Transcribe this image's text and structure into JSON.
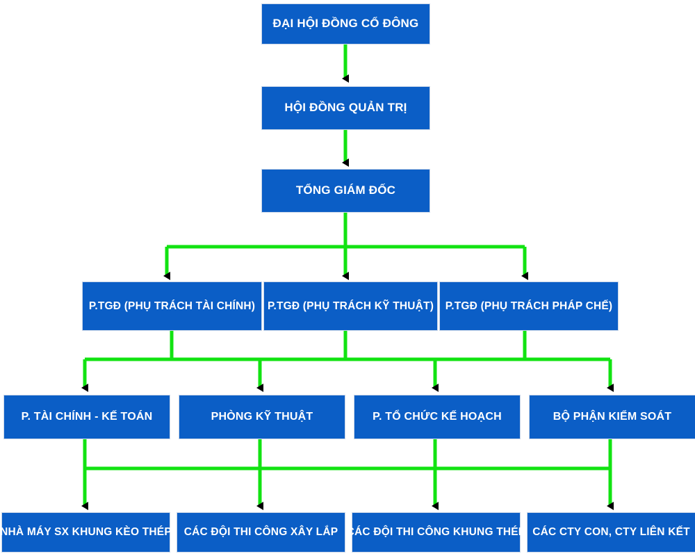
{
  "diagram": {
    "title_box": "ĐẠI HỘI ĐỒNG CỔ ĐÔNG",
    "colors": {
      "box_fill": "#0b5ec6",
      "box_border": "#c9d6e8",
      "box_text": "#ffffff",
      "connector": "#12e312",
      "arrowhead": "#000000",
      "background": "#ffffff"
    },
    "levels": [
      {
        "name": "level-1-shareholders",
        "boxes": [
          {
            "id": "dai-hoi-dong-co-dong",
            "label": "ĐẠI HỘI ĐỒNG CỔ ĐÔNG"
          }
        ]
      },
      {
        "name": "level-2-board",
        "boxes": [
          {
            "id": "hoi-dong-quan-tri",
            "label": "HỘI ĐỒNG QUẢN TRỊ"
          }
        ]
      },
      {
        "name": "level-3-ceo",
        "boxes": [
          {
            "id": "tong-giam-doc",
            "label": "TỔNG GIÁM ĐỐC"
          }
        ]
      },
      {
        "name": "level-4-deputy-directors",
        "boxes": [
          {
            "id": "ptgd-tai-chinh",
            "label": "P.TGĐ (PHỤ TRÁCH TÀI CHÍNH)"
          },
          {
            "id": "ptgd-ky-thuat",
            "label": "P.TGĐ (PHỤ TRÁCH KỸ THUẬT)"
          },
          {
            "id": "ptgd-phap-che",
            "label": "P.TGĐ (PHỤ TRÁCH PHÁP CHẾ)"
          }
        ]
      },
      {
        "name": "level-5-departments",
        "boxes": [
          {
            "id": "p-tai-chinh-ke-toan",
            "label": "P. TÀI CHÍNH - KẾ TOÁN"
          },
          {
            "id": "phong-ky-thuat",
            "label": "PHÒNG KỸ THUẬT"
          },
          {
            "id": "p-to-chuc-ke-hoach",
            "label": "P. TỔ CHỨC KẾ HOẠCH"
          },
          {
            "id": "bo-phan-kiem-soat",
            "label": "BỘ PHẬN KIỂM SOÁT"
          }
        ]
      },
      {
        "name": "level-6-units",
        "boxes": [
          {
            "id": "nha-may-sx-khung-keo-thep",
            "label": "NHÀ MÁY SX KHUNG KÈO THÉP"
          },
          {
            "id": "cac-doi-thi-cong-xay-lap",
            "label": "CÁC ĐỘI THI CÔNG XÂY LẮP"
          },
          {
            "id": "cac-doi-thi-cong-khung-thep",
            "label": "CÁC ĐỘI THI CÔNG KHUNG THÉP"
          },
          {
            "id": "cac-cty-con-cty-lien-ket",
            "label": "CÁC CTY CON, CTY LIÊN KẾT"
          }
        ]
      }
    ]
  }
}
